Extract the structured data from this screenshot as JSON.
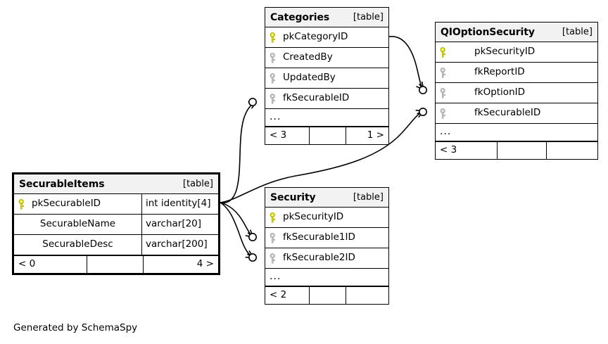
{
  "diagram": {
    "credit": "Generated by SchemaSpy",
    "table_tag": "[table]",
    "ellipsis": "...",
    "colors": {
      "pk_key": "#e8e800",
      "fk_key": "#b0b0b0",
      "header_bg": "#f2f2f2",
      "border": "#000000",
      "background": "#ffffff"
    }
  },
  "tables": [
    {
      "id": "categories",
      "name": "Categories",
      "tag": "[table]",
      "focus": false,
      "columns": [
        {
          "name": "pkCategoryID",
          "key": "pk",
          "type": ""
        },
        {
          "name": "CreatedBy",
          "key": "fk",
          "type": ""
        },
        {
          "name": "UpdatedBy",
          "key": "fk",
          "type": ""
        },
        {
          "name": "fkSecurableID",
          "key": "fk",
          "type": ""
        }
      ],
      "ellipsis": "...",
      "footer": [
        "< 3",
        "",
        "1 >"
      ]
    },
    {
      "id": "qioptionsecurity",
      "name": "QIOptionSecurity",
      "tag": "[table]",
      "focus": false,
      "columns": [
        {
          "name": "pkSecurityID",
          "key": "pk",
          "type": ""
        },
        {
          "name": "fkReportID",
          "key": "fk",
          "type": ""
        },
        {
          "name": "fkOptionID",
          "key": "fk",
          "type": ""
        },
        {
          "name": "fkSecurableID",
          "key": "fk",
          "type": ""
        }
      ],
      "ellipsis": "...",
      "footer": [
        "< 3",
        "",
        ""
      ]
    },
    {
      "id": "securableitems",
      "name": "SecurableItems",
      "tag": "[table]",
      "focus": true,
      "columns": [
        {
          "name": "pkSecurableID",
          "key": "pk",
          "type": "int identity[4]"
        },
        {
          "name": "SecurableName",
          "key": "",
          "type": "varchar[20]"
        },
        {
          "name": "SecurableDesc",
          "key": "",
          "type": "varchar[200]"
        }
      ],
      "ellipsis": "",
      "footer": [
        "< 0",
        "",
        "4 >"
      ]
    },
    {
      "id": "security",
      "name": "Security",
      "tag": "[table]",
      "focus": false,
      "columns": [
        {
          "name": "pkSecurityID",
          "key": "pk",
          "type": ""
        },
        {
          "name": "fkSecurable1ID",
          "key": "fk",
          "type": ""
        },
        {
          "name": "fkSecurable2ID",
          "key": "fk",
          "type": ""
        }
      ],
      "ellipsis": "...",
      "footer": [
        "< 2",
        "",
        ""
      ]
    }
  ],
  "relationships": [
    {
      "from": "SecurableItems.pkSecurableID",
      "to": "Categories.fkSecurableID"
    },
    {
      "from": "SecurableItems.pkSecurableID",
      "to": "QIOptionSecurity.fkSecurableID"
    },
    {
      "from": "SecurableItems.pkSecurableID",
      "to": "Security.fkSecurable1ID"
    },
    {
      "from": "SecurableItems.pkSecurableID",
      "to": "Security.fkSecurable2ID"
    },
    {
      "from": "Categories.pkCategoryID",
      "to": "QIOptionSecurity.fkOptionID"
    }
  ]
}
